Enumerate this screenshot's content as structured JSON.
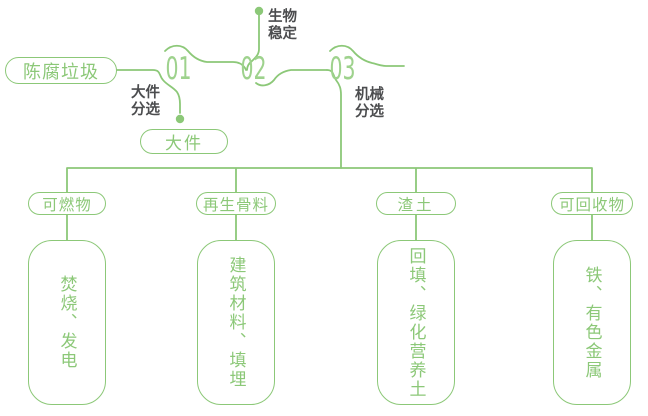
{
  "diagram": {
    "title_hint": "waste-sorting-process-flow",
    "source_label": "陈腐垃圾",
    "steps": [
      {
        "number": "01",
        "label": "大件分选",
        "output": "大件"
      },
      {
        "number": "02",
        "label": "生物稳定"
      },
      {
        "number": "03",
        "label": "机械分选"
      }
    ],
    "branches": [
      {
        "category": "可燃物",
        "result": "焚烧、发电"
      },
      {
        "category": "再生骨料",
        "result": "建筑材料、填埋"
      },
      {
        "category": "渣土",
        "result": "回填、绿化营养土"
      },
      {
        "category": "可回收物",
        "result": "铁、有色金属"
      }
    ],
    "colors": {
      "green": "#8CC878",
      "green_number": "#9ED28D",
      "dark_text": "#4C4D4F",
      "background": "#ffffff"
    }
  }
}
